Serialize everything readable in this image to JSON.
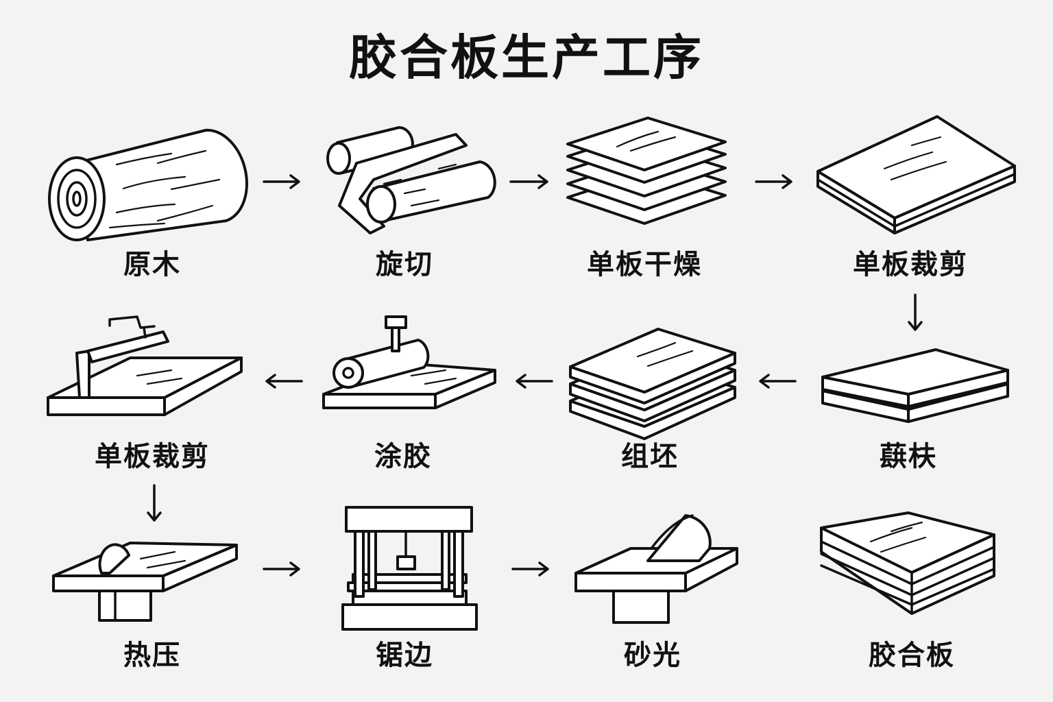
{
  "title": "胶合板生产工序",
  "steps": [
    {
      "label": "原木",
      "icon": "log-icon"
    },
    {
      "label": "旋切",
      "icon": "rotary-peeling-icon"
    },
    {
      "label": "单板干燥",
      "icon": "veneer-drying-icon"
    },
    {
      "label": "单板裁剪",
      "icon": "veneer-board-icon"
    },
    {
      "label": "单板裁剪",
      "icon": "veneer-cutting-machine-icon"
    },
    {
      "label": "涂胶",
      "icon": "glue-roller-icon"
    },
    {
      "label": "组坯",
      "icon": "assembly-layers-icon"
    },
    {
      "label": "蕻枎",
      "icon": "stacked-boards-icon"
    },
    {
      "label": "热压",
      "icon": "table-saw-icon"
    },
    {
      "label": "锯边",
      "icon": "hot-press-icon"
    },
    {
      "label": "砂光",
      "icon": "sander-icon"
    },
    {
      "label": "胶合板",
      "icon": "plywood-stack-icon"
    }
  ],
  "arrows": [
    {
      "from": 1,
      "to": 2,
      "direction": "right"
    },
    {
      "from": 2,
      "to": 3,
      "direction": "right"
    },
    {
      "from": 3,
      "to": 4,
      "direction": "right"
    },
    {
      "from": 4,
      "to": 8,
      "direction": "down"
    },
    {
      "from": 8,
      "to": 7,
      "direction": "left"
    },
    {
      "from": 7,
      "to": 6,
      "direction": "left"
    },
    {
      "from": 6,
      "to": 5,
      "direction": "left"
    },
    {
      "from": 5,
      "to": 9,
      "direction": "down"
    },
    {
      "from": 9,
      "to": 10,
      "direction": "right"
    },
    {
      "from": 10,
      "to": 11,
      "direction": "right"
    }
  ]
}
